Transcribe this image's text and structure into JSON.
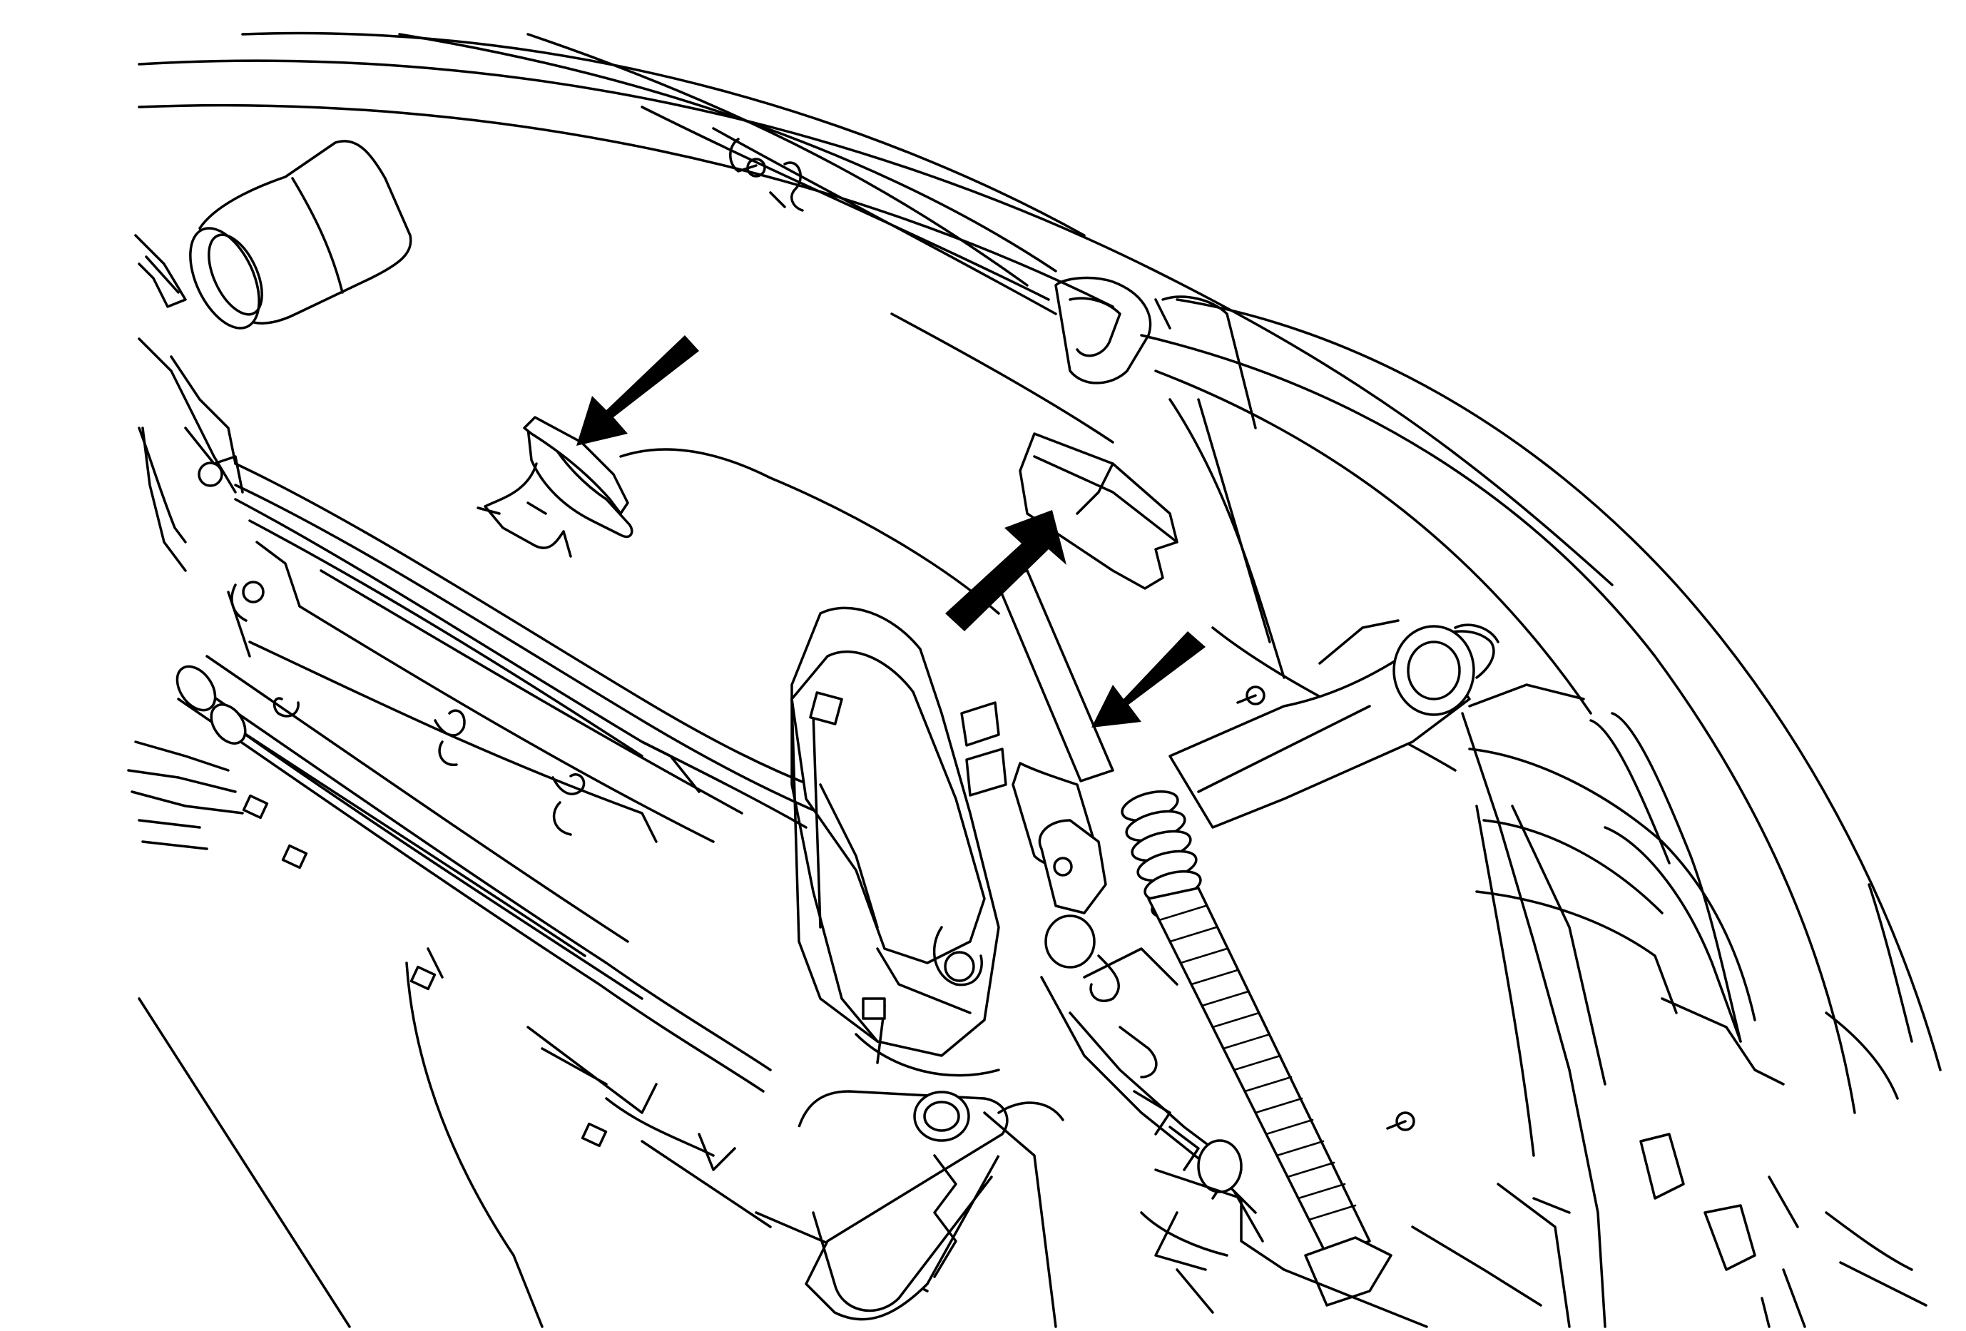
{
  "figure": {
    "style": "black line-art technical illustration on white",
    "callout_color": "#000000",
    "background_color": "#ffffff",
    "callouts": [
      {
        "name": "clip-callout",
        "icon": "arrow-icon"
      },
      {
        "name": "bracket-callout",
        "icon": "arrow-icon"
      },
      {
        "name": "strut-callout",
        "icon": "arrow-icon"
      }
    ]
  }
}
